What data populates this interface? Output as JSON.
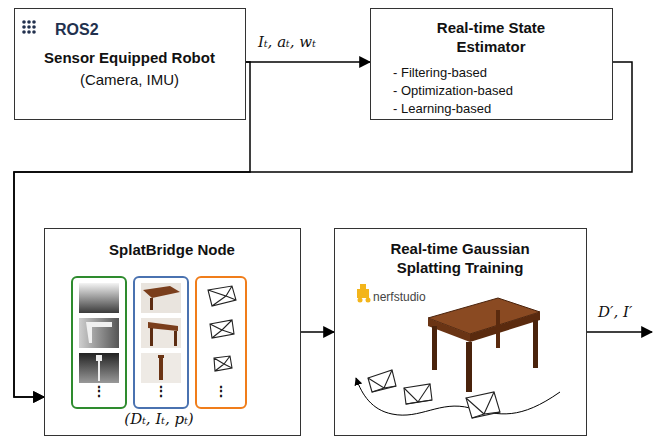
{
  "diagram": {
    "nodes": [
      {
        "text": [
          "ROS2",
          "Sensor Equipped Robot",
          "(Camera, IMU)"
        ]
      },
      {
        "text": [
          "Real-time State Estimator",
          "- Filtering-based",
          "- Optimization-based",
          "- Learning-based"
        ]
      },
      {
        "text": [
          "SplatBridge Node",
          "(Dₜ, Iₜ, pₜ)"
        ]
      },
      {
        "text": [
          "Real-time Gaussian Splatting Training",
          "nerfstudio"
        ]
      }
    ],
    "edges": [
      {
        "from": 0,
        "to": 1,
        "arrow": "to",
        "label": "Iₜ, aₜ, wₜ"
      },
      {
        "from": 0,
        "to": 2,
        "arrow": "to"
      },
      {
        "from": 1,
        "to": 2,
        "arrow": "to"
      },
      {
        "from": 2,
        "to": 3,
        "arrow": "to"
      }
    ],
    "labels": [
      "⋮",
      "⋮",
      "⋮",
      "D′, I′"
    ]
  }
}
